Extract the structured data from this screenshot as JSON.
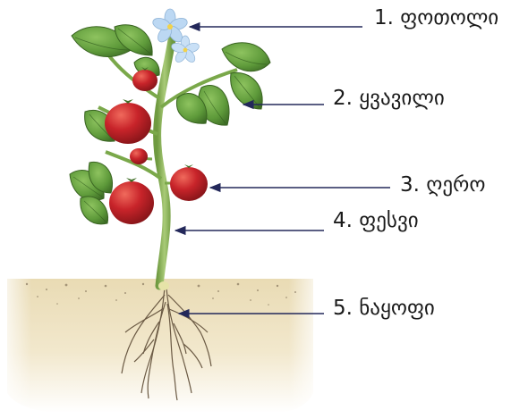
{
  "labels": [
    {
      "number": "1.",
      "text": "ფოთოლი"
    },
    {
      "number": "2.",
      "text": "ყვავილი"
    },
    {
      "number": "3.",
      "text": "ღერო"
    },
    {
      "number": "4.",
      "text": "ფესვი"
    },
    {
      "number": "5.",
      "text": "ნაყოფი"
    }
  ],
  "colors": {
    "leaf": "#5e9a3a",
    "leaf_dark": "#3f6e26",
    "stem": "#8cb65a",
    "tomato": "#c8242a",
    "flower": "#bcd8f3",
    "soil": "#eee1bf",
    "root": "#6b5a44",
    "arrow": "#23285a"
  }
}
